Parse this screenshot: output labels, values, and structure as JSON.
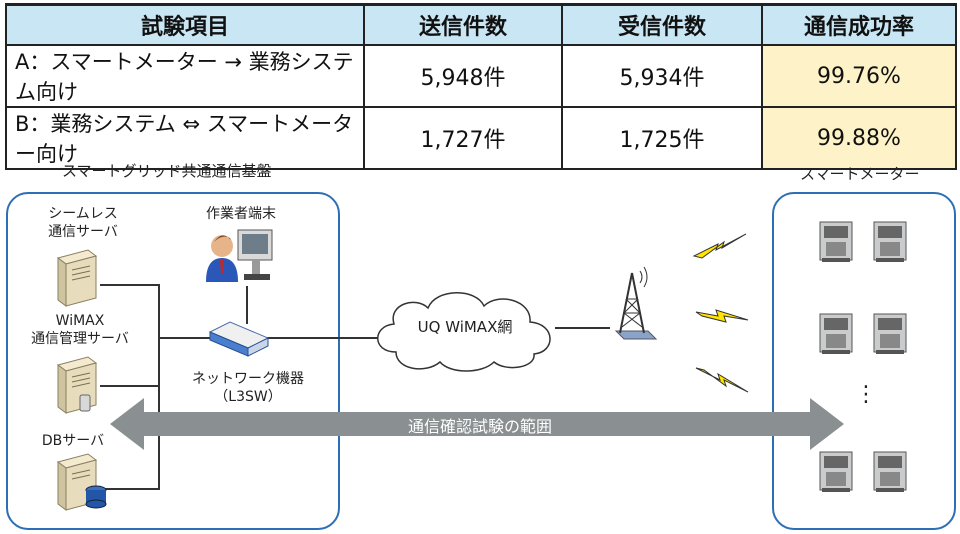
{
  "table": {
    "headers": [
      "試験項目",
      "送信件数",
      "受信件数",
      "通信成功率"
    ],
    "rows": [
      {
        "item": "A：スマートメーター → 業務システム向け",
        "sent": "5,948件",
        "received": "5,934件",
        "rate": "99.76%"
      },
      {
        "item": "B：業務システム ⇔ スマートメーター向け",
        "sent": "1,727件",
        "received": "1,725件",
        "rate": "99.88%"
      }
    ]
  },
  "diagram": {
    "left_group_title": "スマートグリッド共通通信基盤",
    "right_group_title": "スマートメーター",
    "seamless_server": "シームレス\n通信サーバ",
    "wimax_server": "WiMAX\n通信管理サーバ",
    "db_server": "DBサーバ",
    "operator_terminal": "作業者端末",
    "network_device": "ネットワーク機器\n（L3SW）",
    "cloud_label": "UQ WiMAX網",
    "arrow_label": "通信確認試験の範囲",
    "ellipsis": "⋮"
  },
  "colors": {
    "header_bg": "#c9e6f4",
    "rate_bg": "#fdf2c8",
    "box_border": "#2c6fb5",
    "arrow": "#8a8f91",
    "lightning": "#ffe600"
  },
  "icons": [
    "server-icon",
    "user-terminal-icon",
    "network-switch-icon",
    "cloud-icon",
    "antenna-tower-icon",
    "lightning-icon",
    "smart-meter-icon"
  ]
}
